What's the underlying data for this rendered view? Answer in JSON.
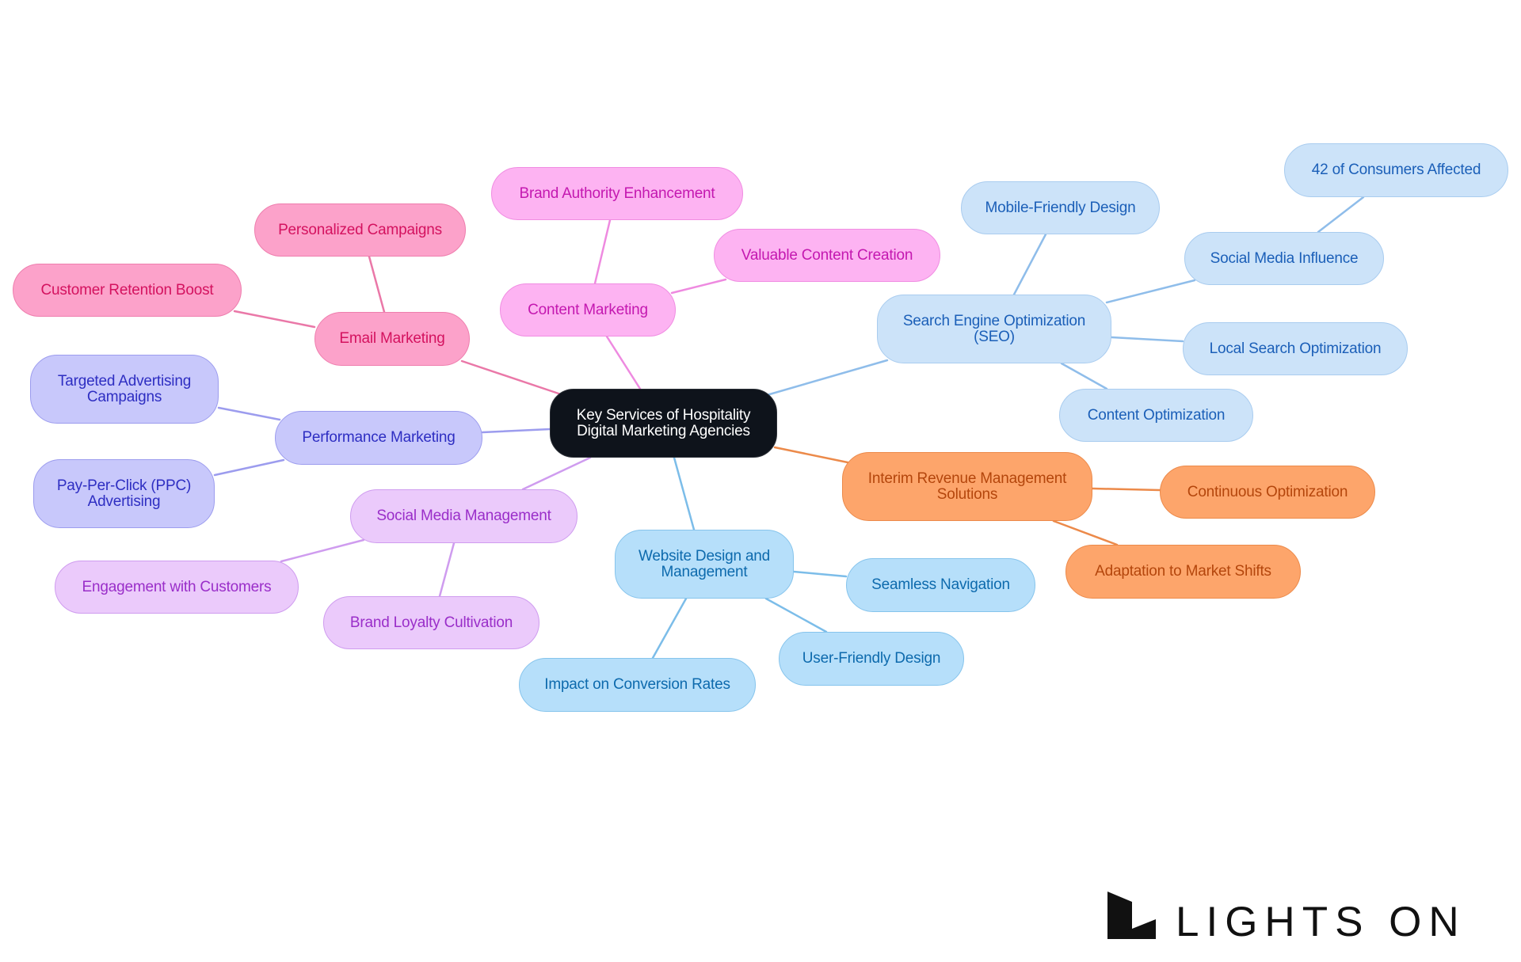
{
  "title": "Key Services of Hospitality Digital Marketing Agencies",
  "colors": {
    "seo": "#cce3f9",
    "website": "#b6dffa",
    "revenue": "#fda56b",
    "social": "#ebcafb",
    "performance": "#c8c8fb",
    "email": "#fca2ca",
    "content": "#fdb3f2",
    "center": "#0e131b"
  },
  "mindmap": {
    "center": {
      "label": "Key Services of Hospitality\nDigital Marketing Agencies"
    },
    "branches": [
      {
        "id": "seo",
        "label": "Search Engine Optimization\n(SEO)",
        "children": [
          {
            "label": "Mobile-Friendly Design"
          },
          {
            "label": "Social Media Influence",
            "children": [
              {
                "label": "42 of Consumers Affected"
              }
            ]
          },
          {
            "label": "Local Search Optimization"
          },
          {
            "label": "Content Optimization"
          }
        ]
      },
      {
        "id": "revenue",
        "label": "Interim Revenue Management\nSolutions",
        "children": [
          {
            "label": "Continuous Optimization"
          },
          {
            "label": "Adaptation to Market Shifts"
          }
        ]
      },
      {
        "id": "website",
        "label": "Website Design and\nManagement",
        "children": [
          {
            "label": "Seamless Navigation"
          },
          {
            "label": "User-Friendly Design"
          },
          {
            "label": "Impact on Conversion Rates"
          }
        ]
      },
      {
        "id": "social",
        "label": "Social Media Management",
        "children": [
          {
            "label": "Engagement with Customers"
          },
          {
            "label": "Brand Loyalty Cultivation"
          }
        ]
      },
      {
        "id": "performance",
        "label": "Performance Marketing",
        "children": [
          {
            "label": "Targeted Advertising\nCampaigns"
          },
          {
            "label": "Pay-Per-Click (PPC)\nAdvertising"
          }
        ]
      },
      {
        "id": "email",
        "label": "Email Marketing",
        "children": [
          {
            "label": "Customer Retention Boost"
          },
          {
            "label": "Personalized Campaigns"
          }
        ]
      },
      {
        "id": "content",
        "label": "Content Marketing",
        "children": [
          {
            "label": "Brand Authority Enhancement"
          },
          {
            "label": "Valuable Content Creation"
          }
        ]
      }
    ]
  },
  "logo": {
    "text": "LIGHTS ON"
  }
}
